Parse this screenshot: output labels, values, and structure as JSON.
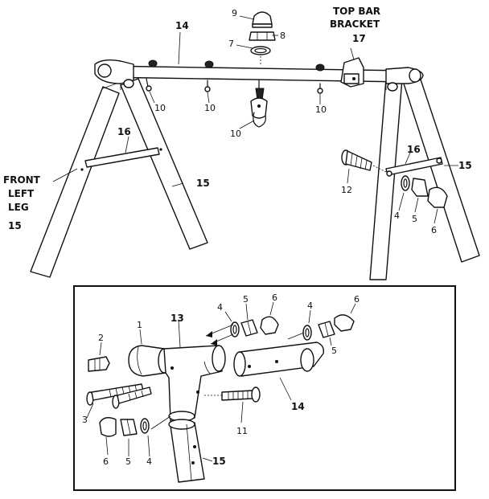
{
  "labels": {
    "top_bar_line1": "TOP BAR",
    "top_bar_line2": "BRACKET",
    "front_left_line1": "FRONT",
    "front_left_line2": "LEFT",
    "front_left_line3": "LEG",
    "n1": "1",
    "n2": "2",
    "n3": "3",
    "n4": "4",
    "n5": "5",
    "n6": "6",
    "n7": "7",
    "n8": "8",
    "n9": "9",
    "n10": "10",
    "n11": "11",
    "n12": "12",
    "n13": "13",
    "n14": "14",
    "n15": "15",
    "n16": "16",
    "n17": "17"
  }
}
